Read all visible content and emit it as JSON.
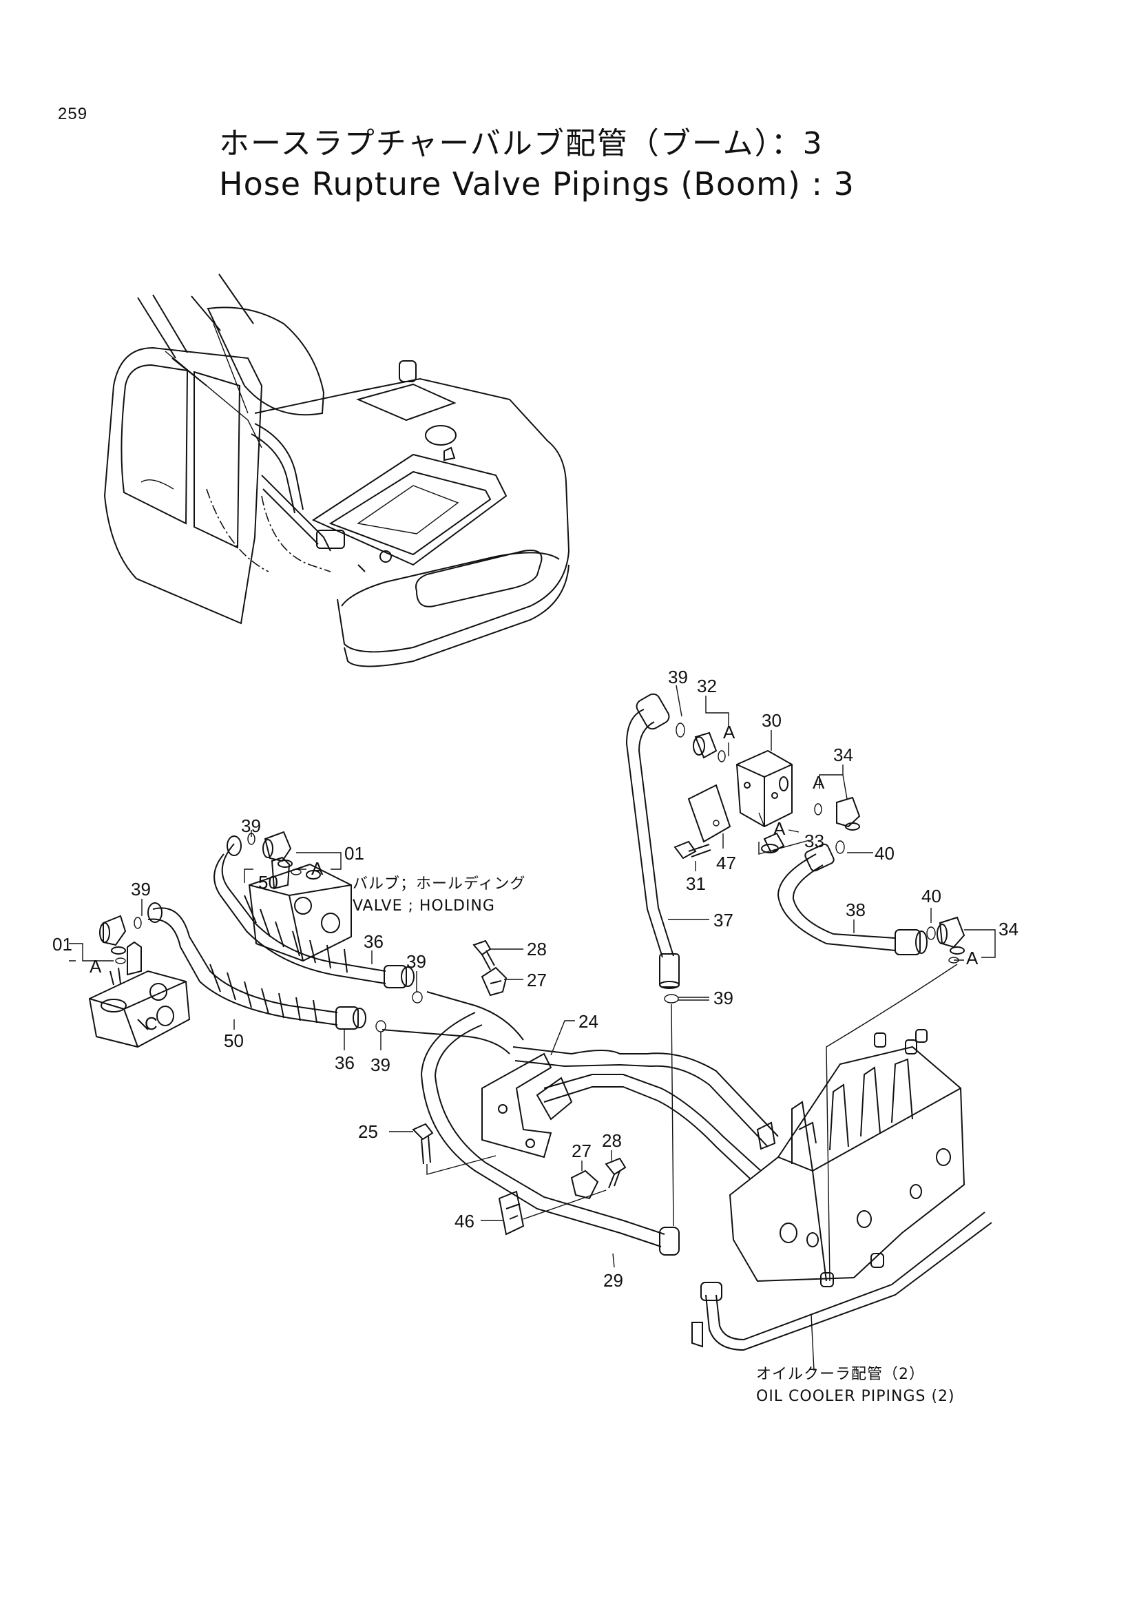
{
  "page": {
    "number": "259",
    "title_jp": "ホースラプチャーバルブ配管（ブーム）：3",
    "title_en": "Hose Rupture Valve Pipings (Boom) : 3"
  },
  "annotations": {
    "valve_holding_jp": "バルブ；ホールディング",
    "valve_holding_en": "VALVE ; HOLDING",
    "oil_cooler_jp": "オイルクーラ配管（2）",
    "oil_cooler_en": "OIL COOLER PIPINGS (2)"
  },
  "detail_marker": "A",
  "callouts": {
    "c39_top": "39",
    "c32": "32",
    "c30": "30",
    "c34_top": "34",
    "c33": "33",
    "c40_top": "40",
    "c31": "31",
    "c47": "47",
    "c37": "37",
    "c38": "38",
    "c40_right": "40",
    "c34_right": "34",
    "c39_valve": "39",
    "c01_top": "01",
    "c50_top": "50",
    "c39_left": "39",
    "c01_left": "01",
    "c36_top": "36",
    "c39_mid": "39",
    "c28_top": "28",
    "c27_top": "27",
    "c39_hose": "39",
    "c24": "24",
    "c50_bottom": "50",
    "c36_bottom": "36",
    "c39_bottom": "39",
    "c25": "25",
    "c27_bottom": "27",
    "c28_bottom": "28",
    "c46": "46",
    "c29": "29"
  }
}
